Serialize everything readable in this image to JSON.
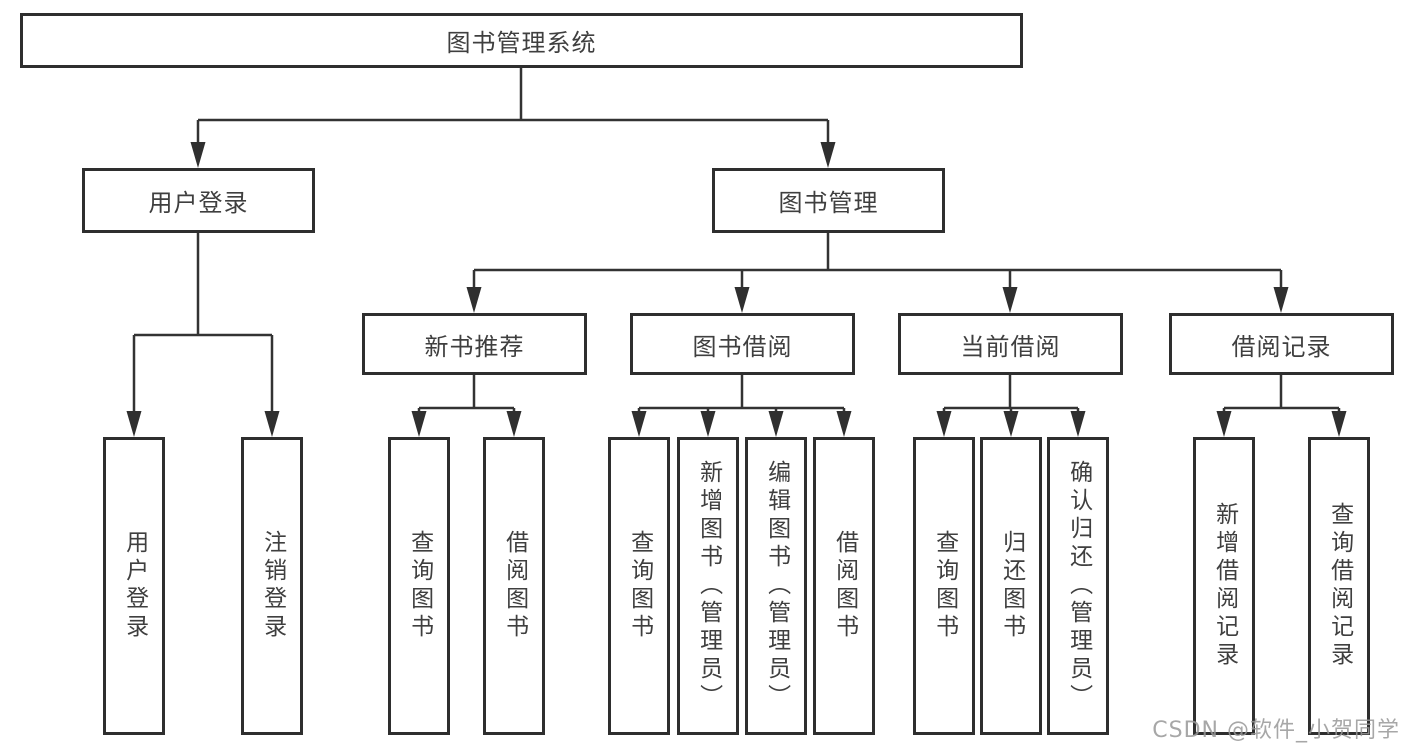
{
  "diagram": {
    "tree": {
      "label": "图书管理系统",
      "children": [
        {
          "label": "用户登录",
          "children": [
            {
              "label": "用户登录"
            },
            {
              "label": "注销登录"
            }
          ]
        },
        {
          "label": "图书管理",
          "children": [
            {
              "label": "新书推荐",
              "children": [
                {
                  "label": "查询图书"
                },
                {
                  "label": "借阅图书"
                }
              ]
            },
            {
              "label": "图书借阅",
              "children": [
                {
                  "label": "查询图书"
                },
                {
                  "label": "新增图书（管理员）"
                },
                {
                  "label": "编辑图书（管理员）"
                },
                {
                  "label": "借阅图书"
                }
              ]
            },
            {
              "label": "当前借阅",
              "children": [
                {
                  "label": "查询图书"
                },
                {
                  "label": "归还图书"
                },
                {
                  "label": "确认归还（管理员）"
                }
              ]
            },
            {
              "label": "借阅记录",
              "children": [
                {
                  "label": "新增借阅记录"
                },
                {
                  "label": "查询借阅记录"
                }
              ]
            }
          ]
        }
      ]
    },
    "watermark": "CSDN @软件_小贺同学",
    "colors": {
      "line": "#333333",
      "box_border": "#2e2e2e",
      "text": "#3f3f3f",
      "watermark": "#989898",
      "background": "#ffffff"
    }
  }
}
